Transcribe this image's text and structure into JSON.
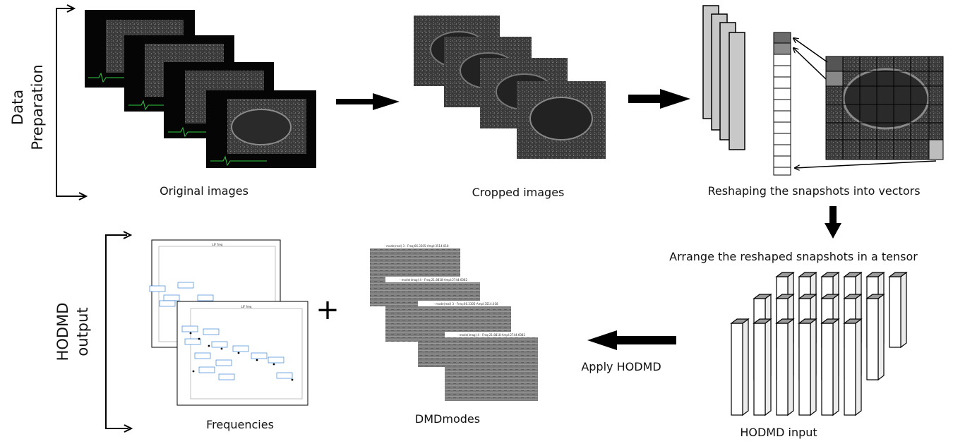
{
  "sections": {
    "data_preparation": "Data\nPreparation",
    "hodmd_output": "HODMD\noutput"
  },
  "steps": {
    "original_images": "Original images",
    "cropped_images": "Cropped images",
    "reshaping": "Reshaping the snapshots into vectors",
    "arrange_tensor": "Arrange the reshaped snapshots in a tensor",
    "hodmd_input": "HODMD input",
    "apply_hodmd": "Apply HODMD",
    "frequencies": "Frequencies",
    "dmd_modes": "DMDmodes"
  },
  "operator": "+",
  "mode_titles": [
    "- mode(real) 3 - Freq:66.3305-Ampl:3514.018",
    "- mode(imag) 4 - Freq:21.8818-Ampl:2744.6082"
  ],
  "spectrum_titles": [
    "LIF freq",
    "LIF freq"
  ],
  "colors": {
    "arrow": "#000000",
    "stripe": "#c8c8c8",
    "vector_dark": "#6a6a6a",
    "ecg": "#2ecc40"
  }
}
